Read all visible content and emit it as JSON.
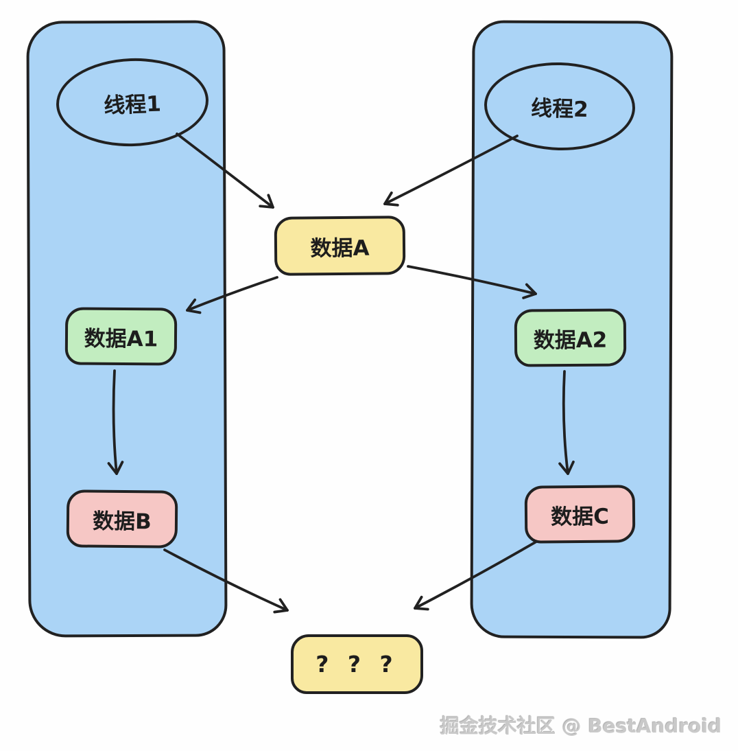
{
  "watermark": "掘金技术社区 @ BestAndroid",
  "colors": {
    "lane_fill": "#abd4f6",
    "stroke": "#212121",
    "yellow_fill": "#f9e9a1",
    "green_fill": "#c2edc0",
    "pink_fill": "#f6c7c5",
    "watermark_gray": "#c9c9c9",
    "background": "#fefefe"
  },
  "nodes": {
    "thread1": {
      "label": "线程1",
      "shape": "ellipse",
      "lane": "left"
    },
    "thread2": {
      "label": "线程2",
      "shape": "ellipse",
      "lane": "right"
    },
    "dataA": {
      "label": "数据A",
      "shape": "rounded-rect",
      "fill": "#f9e9a1"
    },
    "dataA1": {
      "label": "数据A1",
      "shape": "rounded-rect",
      "fill": "#c2edc0",
      "lane": "left"
    },
    "dataA2": {
      "label": "数据A2",
      "shape": "rounded-rect",
      "fill": "#c2edc0",
      "lane": "right"
    },
    "dataB": {
      "label": "数据B",
      "shape": "rounded-rect",
      "fill": "#f6c7c5",
      "lane": "left"
    },
    "dataC": {
      "label": "数据C",
      "shape": "rounded-rect",
      "fill": "#f6c7c5",
      "lane": "right"
    },
    "unknown": {
      "label": "? ? ?",
      "shape": "rounded-rect",
      "fill": "#f9e9a1"
    }
  },
  "edges": [
    {
      "from": "thread1",
      "to": "dataA"
    },
    {
      "from": "thread2",
      "to": "dataA"
    },
    {
      "from": "dataA",
      "to": "dataA1"
    },
    {
      "from": "dataA",
      "to": "dataA2"
    },
    {
      "from": "dataA1",
      "to": "dataB"
    },
    {
      "from": "dataA2",
      "to": "dataC"
    },
    {
      "from": "dataB",
      "to": "unknown"
    },
    {
      "from": "dataC",
      "to": "unknown"
    }
  ]
}
